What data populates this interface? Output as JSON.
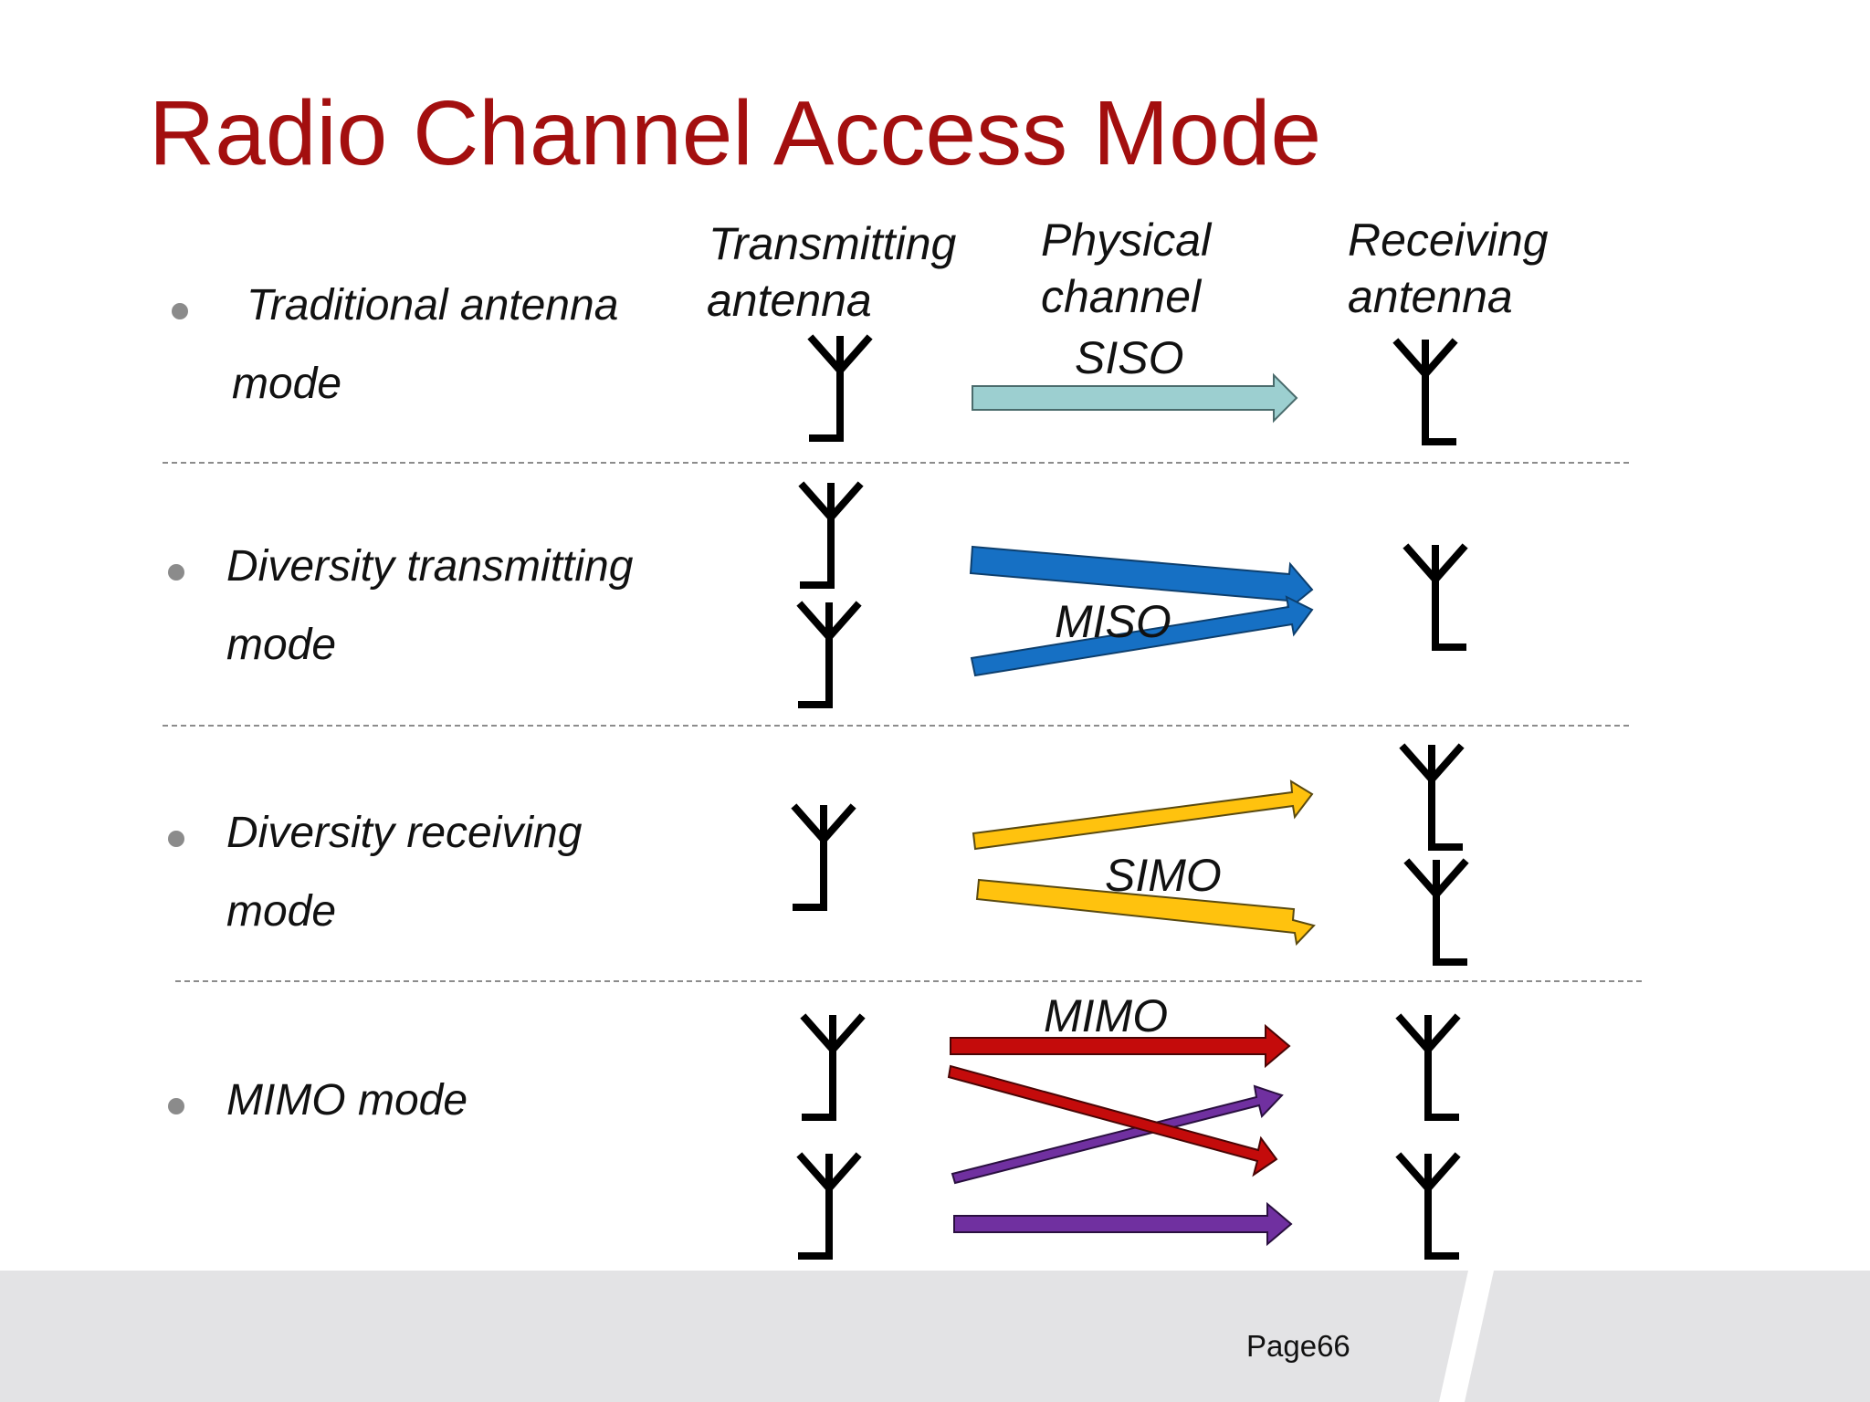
{
  "slide": {
    "title": "Radio Channel Access Mode",
    "page_label": "Page66"
  },
  "headers": {
    "transmitting": [
      "Transmitting",
      "antenna"
    ],
    "physical": [
      "Physical",
      "channel"
    ],
    "receiving": [
      "Receiving",
      "antenna"
    ]
  },
  "modes": [
    {
      "lines": [
        "Traditional antenna",
        "mode"
      ],
      "label": "SISO"
    },
    {
      "lines": [
        "Diversity transmitting",
        "mode"
      ],
      "label": "MISO"
    },
    {
      "lines": [
        "Diversity receiving",
        "mode"
      ],
      "label": "SIMO"
    },
    {
      "lines": [
        "MIMO mode"
      ],
      "label": "MIMO"
    }
  ],
  "colors": {
    "title": "#a30f0f",
    "siso_arrow": "#9ccfd0",
    "miso_arrow": "#1670c4",
    "simo_arrow": "#ffc20e",
    "mimo_red_arrow": "#c40b0b",
    "mimo_purple_arrow": "#7030a0",
    "footer_band": "#e3e3e5"
  },
  "icons": {
    "antenna": "antenna-icon",
    "bullet": "bullet-icon"
  }
}
